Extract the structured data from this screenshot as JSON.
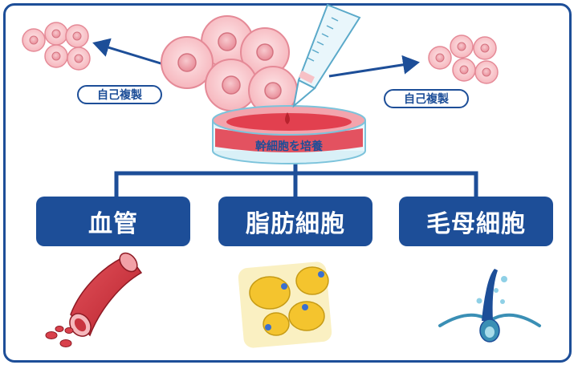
{
  "labels": {
    "self_replication_left": "自己複製",
    "self_replication_right": "自己複製",
    "dish": "幹細胞を培養"
  },
  "categories": [
    {
      "label": "血管"
    },
    {
      "label": "脂肪細胞"
    },
    {
      "label": "毛母細胞"
    }
  ],
  "colors": {
    "navy": "#1d4e98",
    "cell_pink": "#f7c1c6",
    "cell_outline": "#e58a97",
    "culture_red": "#e2404f",
    "fat_yellow": "#f4c42e",
    "hair_blue": "#3a8fb5"
  }
}
